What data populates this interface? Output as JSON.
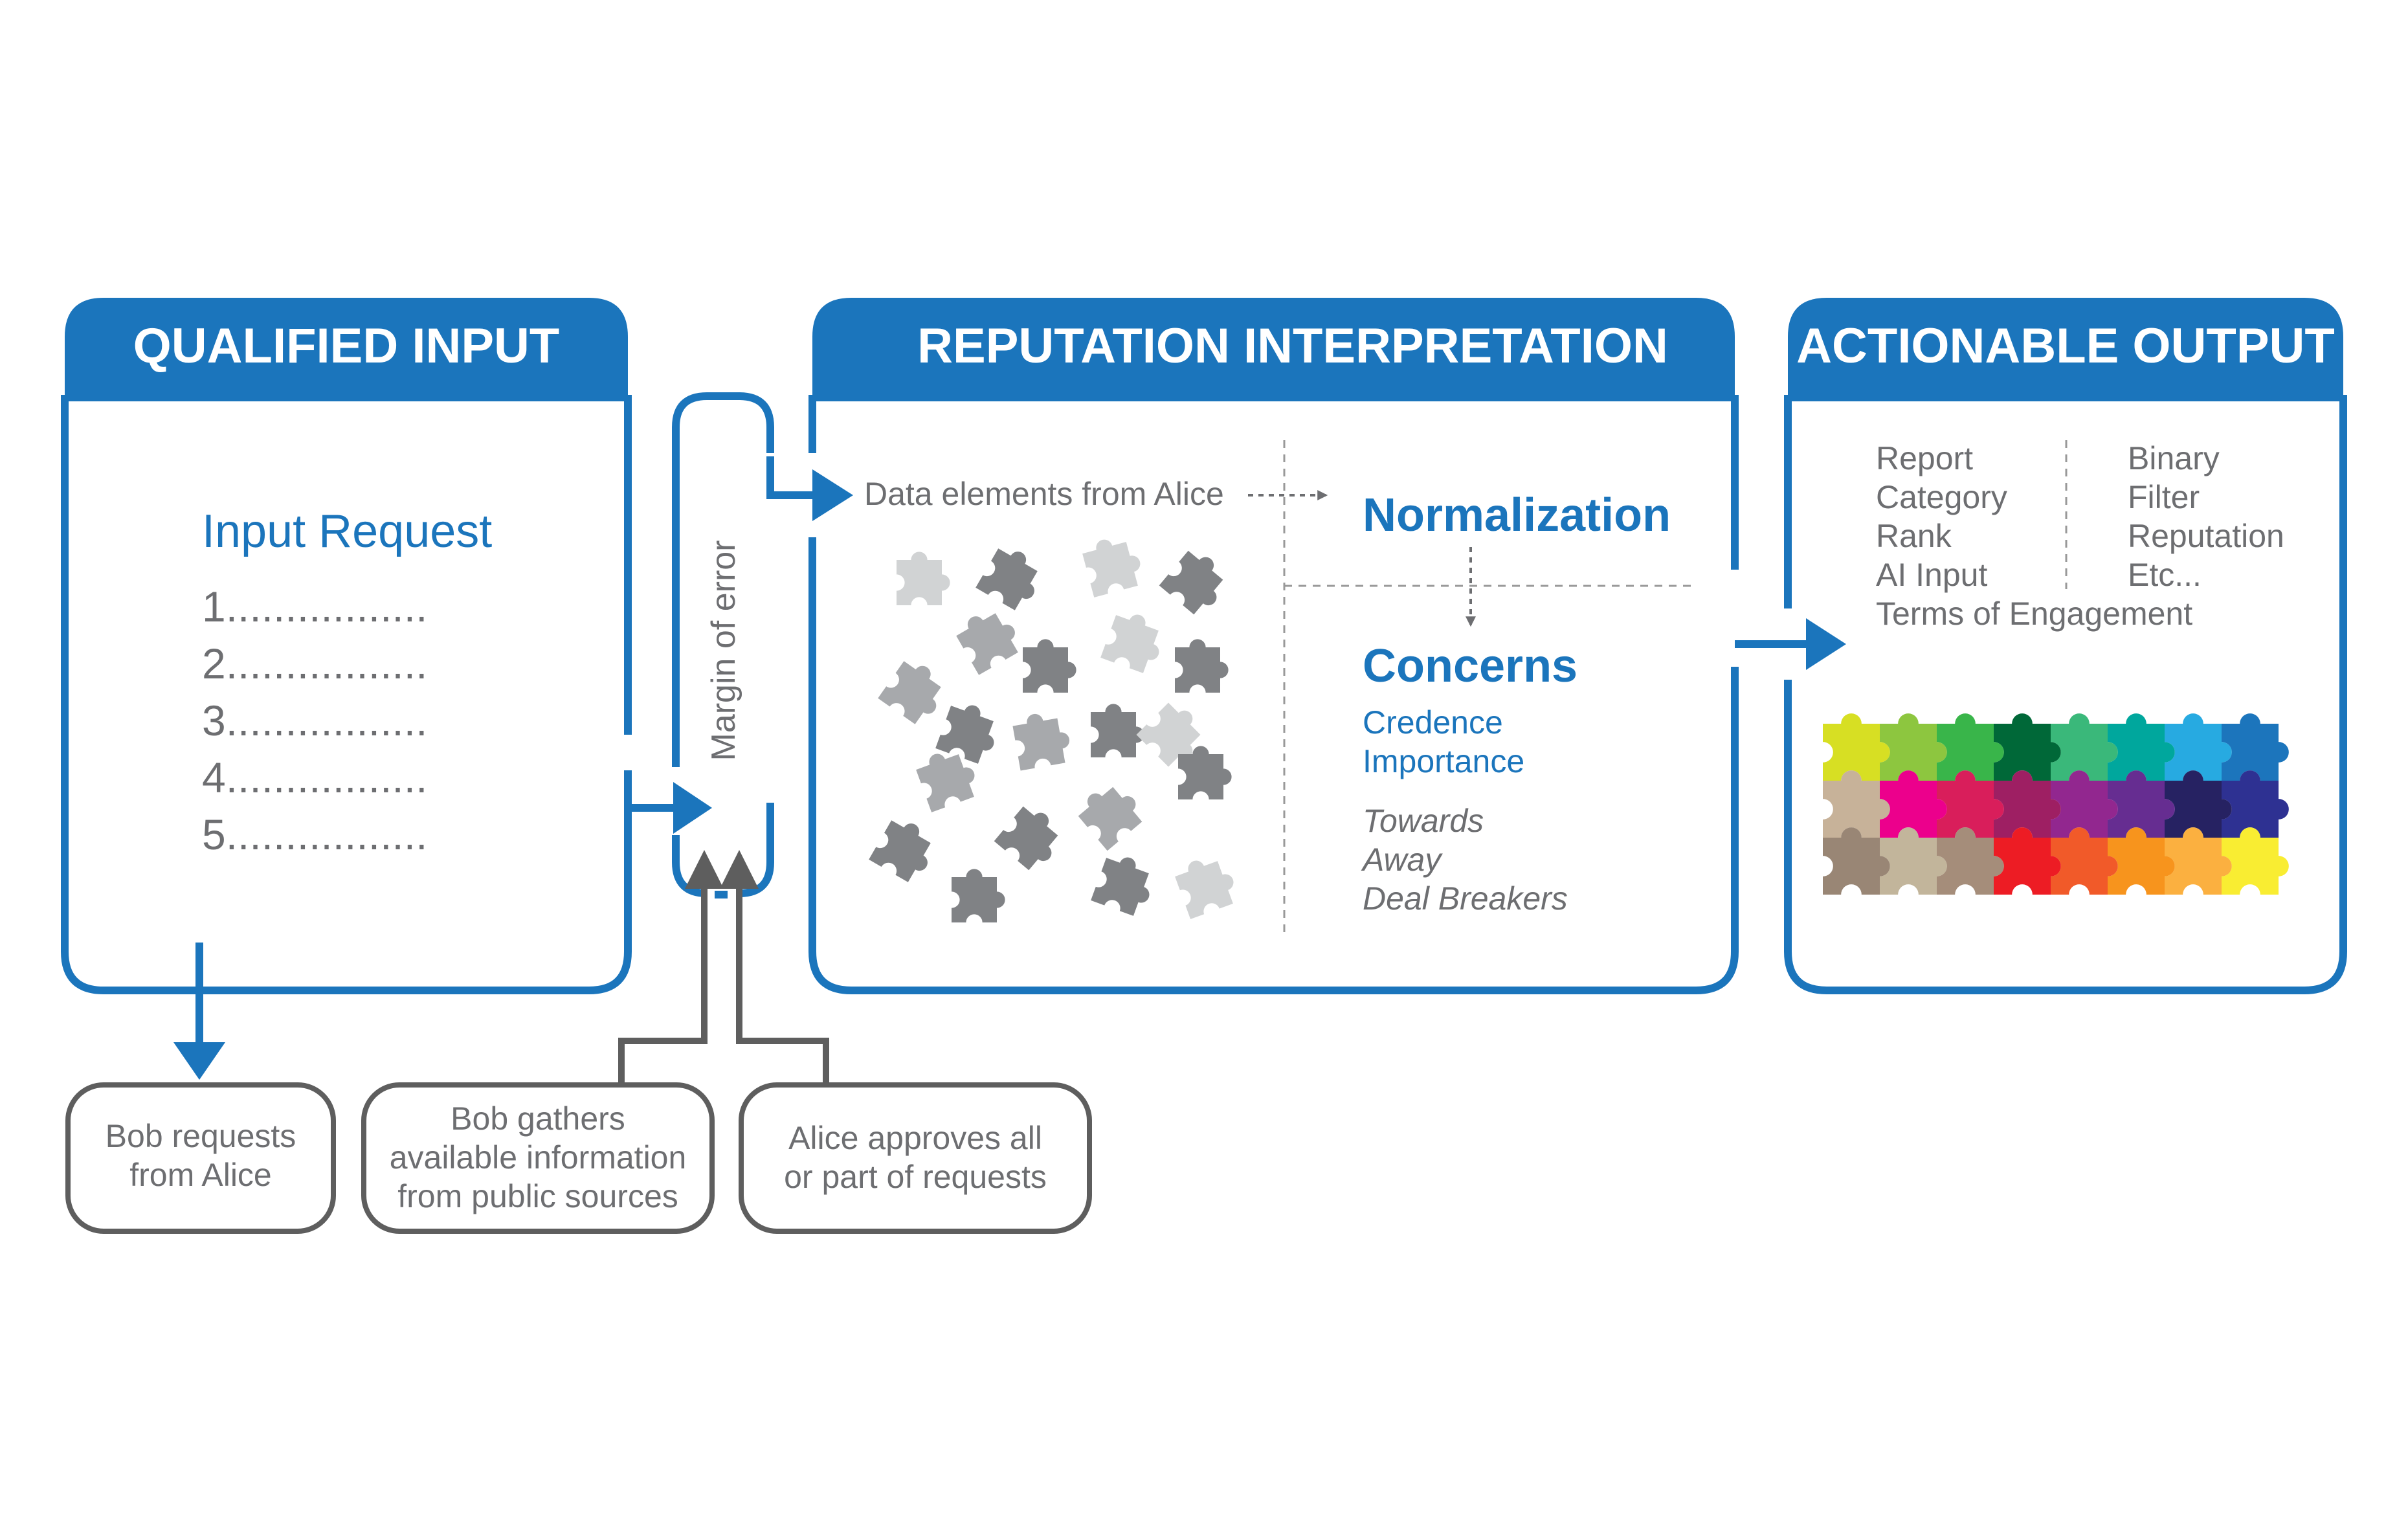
{
  "colors": {
    "primary_blue": "#1B75BC",
    "dark_gray": "#5E5E5E",
    "text_gray": "#6D6E71",
    "light_gray": "#999999",
    "piece_light": "#D1D3D4",
    "piece_mid": "#A7A9AC",
    "piece_dark": "#808285",
    "background": "#FFFFFF"
  },
  "panels": {
    "qualified_input": {
      "title": "QUALIFIED INPUT",
      "subtitle": "Input Request",
      "items": [
        "1.................",
        "2.................",
        "3.................",
        "4.................",
        "5................."
      ]
    },
    "margin": {
      "label": "Margin of error"
    },
    "reputation_interpretation": {
      "title": "REPUTATION INTERPRETATION",
      "data_elements": "Data elements from Alice",
      "normalization": "Normalization",
      "concerns": "Concerns",
      "concern_items": [
        "Credence",
        "Importance"
      ],
      "direction_items": [
        "Towards",
        "Away",
        "Deal Breakers"
      ]
    },
    "actionable_output": {
      "title": "ACTIONABLE OUTPUT",
      "col1": [
        "Report",
        "Category",
        "Rank",
        "AI Input"
      ],
      "col2": [
        "Binary",
        "Filter",
        "Reputation",
        "Etc..."
      ],
      "terms": "Terms of Engagement",
      "puzzle_colors": [
        [
          "#D7DF23",
          "#8DC63F",
          "#39B54A",
          "#006838",
          "#3AB87A",
          "#00A79D",
          "#27AAE1",
          "#1C75BC"
        ],
        [
          "#C7B299",
          "#EC008C",
          "#D91E5B",
          "#9E1F63",
          "#92278F",
          "#662D91",
          "#262262",
          "#2E3192"
        ],
        [
          "#998675",
          "#C2B59B",
          "#A58D7A",
          "#ED1C24",
          "#F15A29",
          "#F7941D",
          "#FBB040",
          "#F9ED32"
        ]
      ]
    }
  },
  "notes": {
    "bob_requests": [
      "Bob requests",
      "from Alice"
    ],
    "bob_gathers": [
      "Bob gathers",
      "available information",
      "from public sources"
    ],
    "alice_approves": [
      "Alice approves all",
      "or part of requests"
    ]
  }
}
